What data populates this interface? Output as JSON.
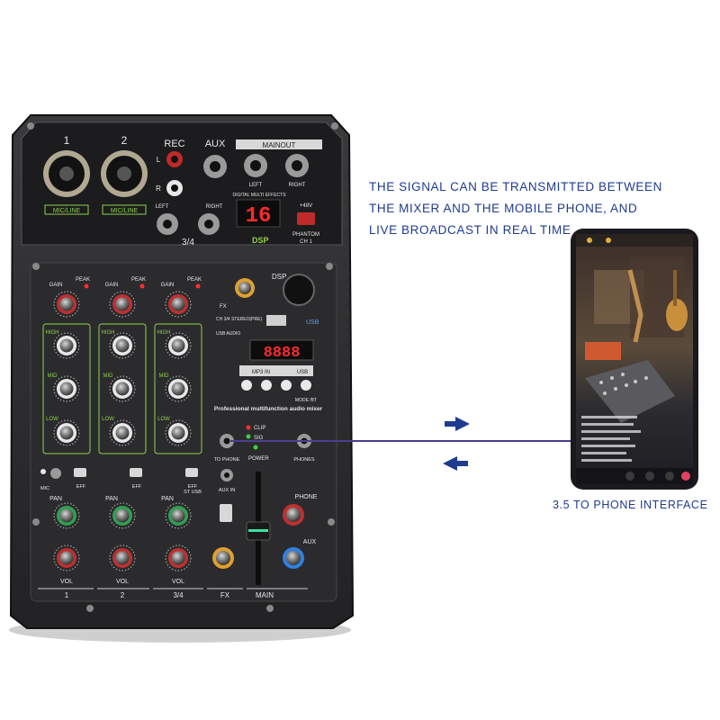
{
  "caption": {
    "lines": [
      "THE SIGNAL CAN BE TRANSMITTED BETWEEN",
      "THE MIXER AND THE MOBILE PHONE, AND",
      "LIVE BROADCAST IN REAL TIME"
    ],
    "phone_interface": "3.5 TO PHONE INTERFACE"
  },
  "mixer": {
    "input_ch1": "1",
    "input_ch2": "2",
    "mic_line": "MIC/LINE",
    "rec": "REC",
    "rec_l": "L",
    "rec_r": "R",
    "aux": "AUX",
    "mainout": "MAINOUT",
    "left": "LEFT",
    "right": "RIGHT",
    "ch34": "3/4",
    "dsp_effects": "DIGITAL MULTI EFFECTS",
    "dsp_display": "16",
    "v48": "+48V",
    "phantom": "PHANTOM",
    "phantom_ch": "CH 1",
    "dsp": "DSP",
    "gain": "GAIN",
    "peak": "PEAK",
    "high": "HIGH",
    "mid": "MID",
    "low": "LOW",
    "eff": "EFF",
    "mic": "MIC",
    "pan": "PAN",
    "vol": "VOL",
    "bottom_labels": [
      "1",
      "2",
      "3/4",
      "FX",
      "MAIN"
    ],
    "st_usb": "ST USB",
    "usb": "USB",
    "fx": "FX",
    "ch34_stereo": "CH 3/4 STEREO(PRE)",
    "usb_audio": "USB AUDIO",
    "media_display": "8888",
    "mp3_in": "MP3 IN",
    "mode_bt": "MODE /BT",
    "brand_text": "Professional multifunction audio mixer",
    "clip": "CLIP",
    "sig": "SIG",
    "power": "POWER",
    "to_phone": "TO PHONE",
    "phones": "PHONES",
    "aux_in": "AUX IN",
    "phone": "PHONE",
    "aux_knob": "AUX"
  },
  "colors": {
    "caption": "#1f3b8f",
    "arrow": "#1f3b8f",
    "connector_line": "#4b3d8f",
    "panel": "#2a2a2c",
    "accent_green": "#8fd14a",
    "dsp_red": "#ff2a2a"
  },
  "icons": [
    "arrow-right-icon",
    "arrow-left-icon",
    "xlr-combo-jack-icon",
    "knob-icon",
    "usb-icon",
    "microphone-icon"
  ]
}
